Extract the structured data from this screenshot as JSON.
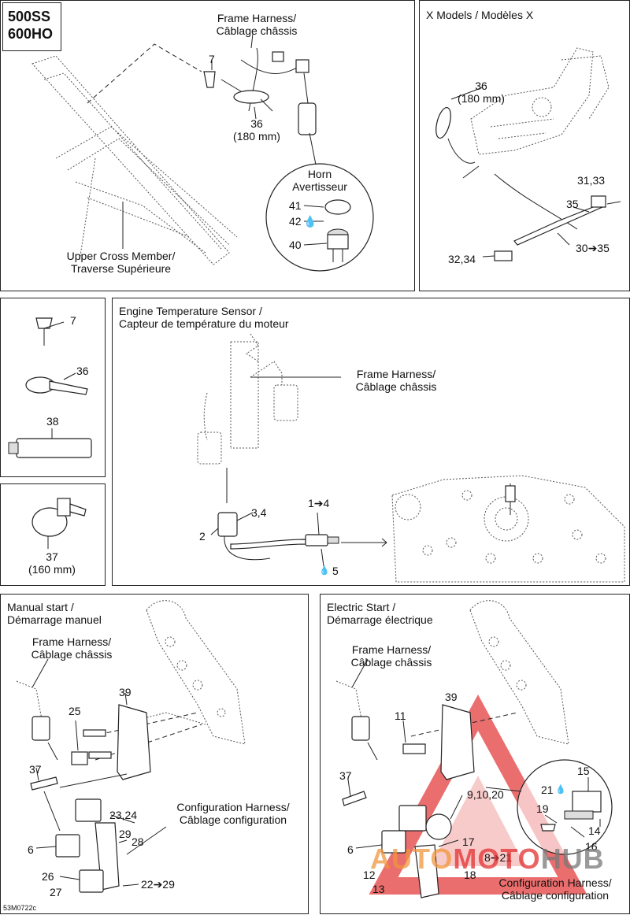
{
  "panel_frame": {
    "model_line1": "500SS",
    "model_line2": "600HO",
    "frame_harness_l1": "Frame Harness/",
    "frame_harness_l2": "Câblage châssis",
    "p7": "7",
    "p36": "36",
    "p36_size": "(180 mm)",
    "horn_l1": "Horn",
    "horn_l2": "Avertisseur",
    "p41": "41",
    "p42": "42",
    "p40": "40",
    "upper_cross_l1": "Upper Cross Member/",
    "upper_cross_l2": "Traverse Supérieure"
  },
  "panel_x": {
    "title": "X Models / Modèles X",
    "p36": "36",
    "p36_size": "(180 mm)",
    "p31_33": "31,33",
    "p35": "35",
    "p30_35": "30➔35",
    "p32_34": "32,34"
  },
  "panel_parts": {
    "p7": "7",
    "p36": "36",
    "p38": "38",
    "p37": "37",
    "p37_size": "(160 mm)"
  },
  "panel_temp": {
    "title_l1": "Engine Temperature Sensor /",
    "title_l2": "Capteur de température du moteur",
    "frame_harness_l1": "Frame Harness/",
    "frame_harness_l2": "Câblage châssis",
    "p2": "2",
    "p3_4": "3,4",
    "p1_4": "1➔4",
    "p5": "5"
  },
  "panel_manual": {
    "title_l1": "Manual start /",
    "title_l2": "Démarrage manuel",
    "frame_harness_l1": "Frame Harness/",
    "frame_harness_l2": "Câblage châssis",
    "p39": "39",
    "p25": "25",
    "p37": "37",
    "p23_24": "23,24",
    "p29": "29",
    "p28": "28",
    "p6": "6",
    "p26": "26",
    "p27": "27",
    "p22_29": "22➔29",
    "config_l1": "Configuration Harness/",
    "config_l2": "Câblage configuration"
  },
  "panel_electric": {
    "title_l1": "Electric Start /",
    "title_l2": "Démarrage électrique",
    "frame_harness_l1": "Frame Harness/",
    "frame_harness_l2": "Câblage châssis",
    "p39": "39",
    "p11": "11",
    "p37": "37",
    "p9_10_20": "9,10,20",
    "p15": "15",
    "p21": "21",
    "p19": "19",
    "p14": "14",
    "p16": "16",
    "p6": "6",
    "p17": "17",
    "p8_21": "8➔21",
    "p12": "12",
    "p18": "18",
    "p13": "13",
    "config_l1": "Configuration Harness/",
    "config_l2": "Câblage configuration"
  },
  "footer": {
    "code": "53M0722c",
    "watermark_a": "AUTO",
    "watermark_b": "MOTO",
    "watermark_c": "HUB"
  },
  "colors": {
    "watermark_orange": "#f0963c",
    "watermark_red": "#e33030",
    "watermark_gray": "#7a7a7a"
  }
}
